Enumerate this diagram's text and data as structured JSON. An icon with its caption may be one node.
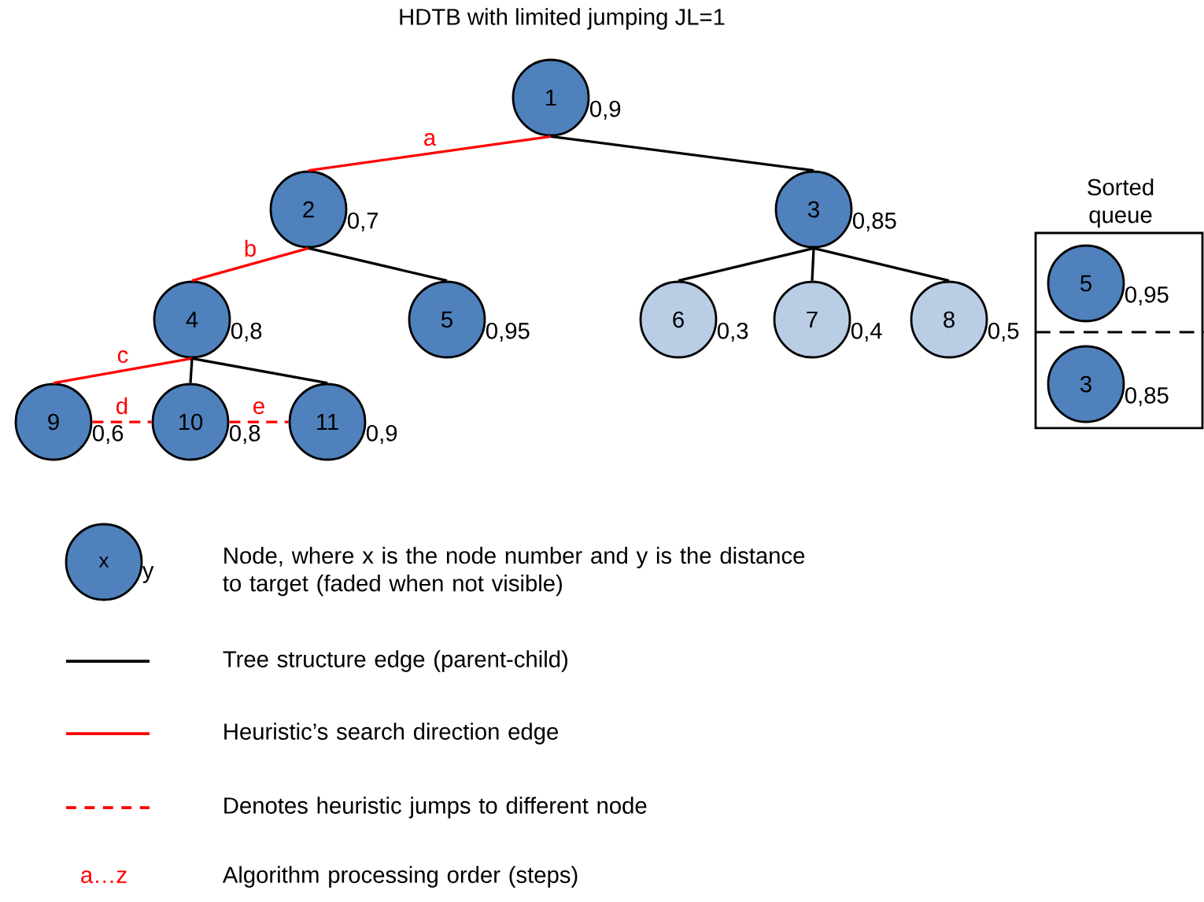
{
  "diagram": {
    "title": "HDTB with limited jumping JL=1",
    "nodes": [
      {
        "text": [
          "1"
        ],
        "beside": [
          "0,9"
        ]
      },
      {
        "text": [
          "2"
        ],
        "beside": [
          "0,7"
        ]
      },
      {
        "text": [
          "3"
        ],
        "beside": [
          "0,85"
        ]
      },
      {
        "text": [
          "4"
        ],
        "beside": [
          "0,8"
        ]
      },
      {
        "text": [
          "5"
        ],
        "beside": [
          "0,95"
        ]
      },
      {
        "text": [
          "6"
        ],
        "beside": [
          "0,3"
        ]
      },
      {
        "text": [
          "7"
        ],
        "beside": [
          "0,4"
        ]
      },
      {
        "text": [
          "8"
        ],
        "beside": [
          "0,5"
        ]
      },
      {
        "text": [
          "9"
        ],
        "beside": [
          "0,6"
        ]
      },
      {
        "text": [
          "10"
        ],
        "beside": [
          "0,8"
        ]
      },
      {
        "text": [
          "11"
        ],
        "beside": [
          "0,9"
        ]
      },
      {
        "text": [
          "Sorted queue"
        ]
      },
      {
        "text": [
          "5"
        ],
        "beside": [
          "0,95"
        ],
        "in": 11
      },
      {
        "text": [
          "3"
        ],
        "beside": [
          "0,85"
        ],
        "in": 11
      },
      {
        "text": [
          "x"
        ],
        "beside": [
          "y"
        ]
      }
    ],
    "edges": [
      {
        "from": 0,
        "to": 1,
        "arrow": "none",
        "label": "a",
        "color": "#ff0000"
      },
      {
        "from": 0,
        "to": 2,
        "arrow": "none"
      },
      {
        "from": 1,
        "to": 3,
        "arrow": "none",
        "label": "b",
        "color": "#ff0000"
      },
      {
        "from": 1,
        "to": 4,
        "arrow": "none"
      },
      {
        "from": 2,
        "to": 5,
        "arrow": "none"
      },
      {
        "from": 2,
        "to": 6,
        "arrow": "none"
      },
      {
        "from": 2,
        "to": 7,
        "arrow": "none"
      },
      {
        "from": 3,
        "to": 8,
        "arrow": "none",
        "label": "c",
        "color": "#ff0000"
      },
      {
        "from": 3,
        "to": 9,
        "arrow": "none"
      },
      {
        "from": 3,
        "to": 10,
        "arrow": "none"
      },
      {
        "from": 8,
        "to": 9,
        "arrow": "none",
        "label": "d",
        "style": "dashed",
        "color": "#ff0000"
      },
      {
        "from": 9,
        "to": 10,
        "arrow": "none",
        "label": "e",
        "style": "dashed",
        "color": "#ff0000"
      }
    ],
    "labels": [
      "a…z"
    ],
    "legend": [
      {
        "text": "Node, where x is the node number and y is the distance to target (faded when not visible)"
      },
      {
        "text": "Tree structure edge (parent-child)"
      },
      {
        "text": "Heuristic’s search direction edge"
      },
      {
        "text": "Denotes heuristic jumps to different node"
      },
      {
        "text": "Algorithm processing order (steps)"
      }
    ]
  }
}
